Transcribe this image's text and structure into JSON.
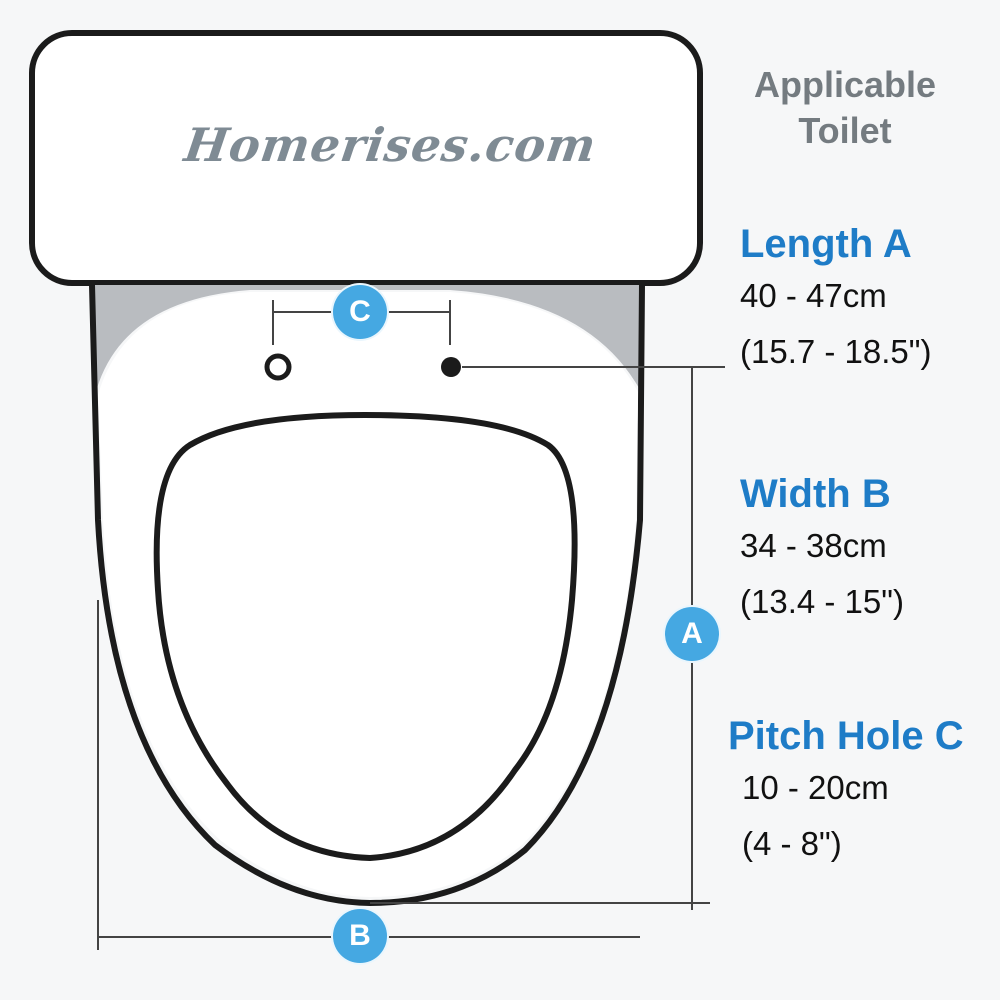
{
  "watermark": "Homerises.com",
  "title": {
    "line1": "Applicable",
    "line2": "Toilet"
  },
  "specs": {
    "length": {
      "heading": "Length A",
      "metric": "40 - 47cm",
      "imperial": "(15.7 - 18.5\")"
    },
    "width": {
      "heading": "Width B",
      "metric": "34 - 38cm",
      "imperial": "(13.4 - 15\")"
    },
    "pitch": {
      "heading": "Pitch Hole C",
      "metric": "10 - 20cm",
      "imperial": "(4 - 8\")"
    }
  },
  "markers": {
    "a": "A",
    "b": "B",
    "c": "C"
  },
  "colors": {
    "accent": "#1e7cc7",
    "badge": "#45a8e2",
    "outline": "#1b1b1b",
    "shade": "#b9bcc0"
  }
}
